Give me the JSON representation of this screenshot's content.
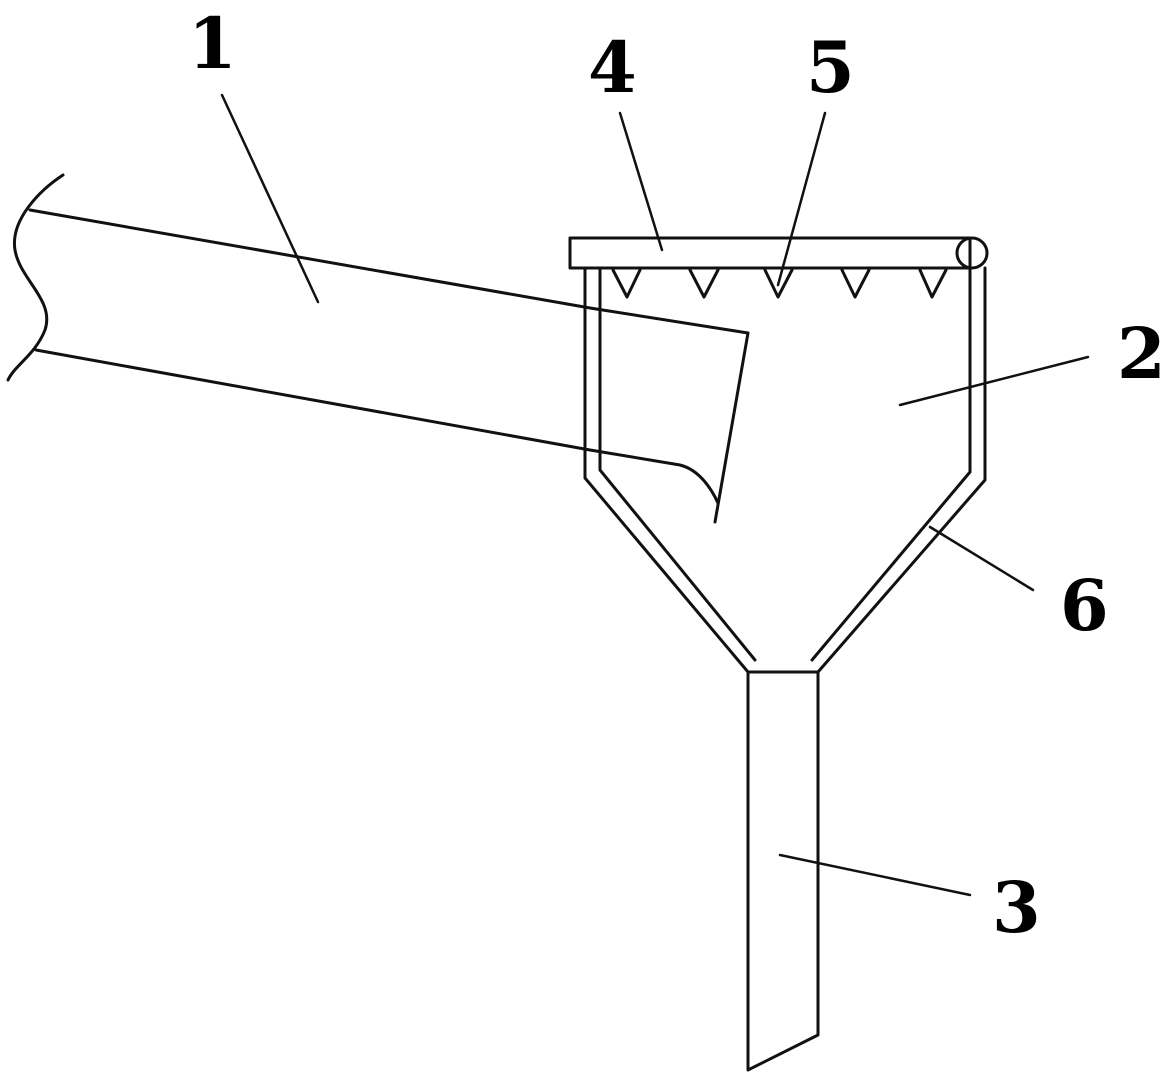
{
  "figure": {
    "labels": {
      "part_1": "1",
      "part_2": "2",
      "part_3": "3",
      "part_4": "4",
      "part_5": "5",
      "part_6": "6"
    },
    "colors": {
      "stroke": "#111111",
      "background": "#ffffff"
    }
  }
}
